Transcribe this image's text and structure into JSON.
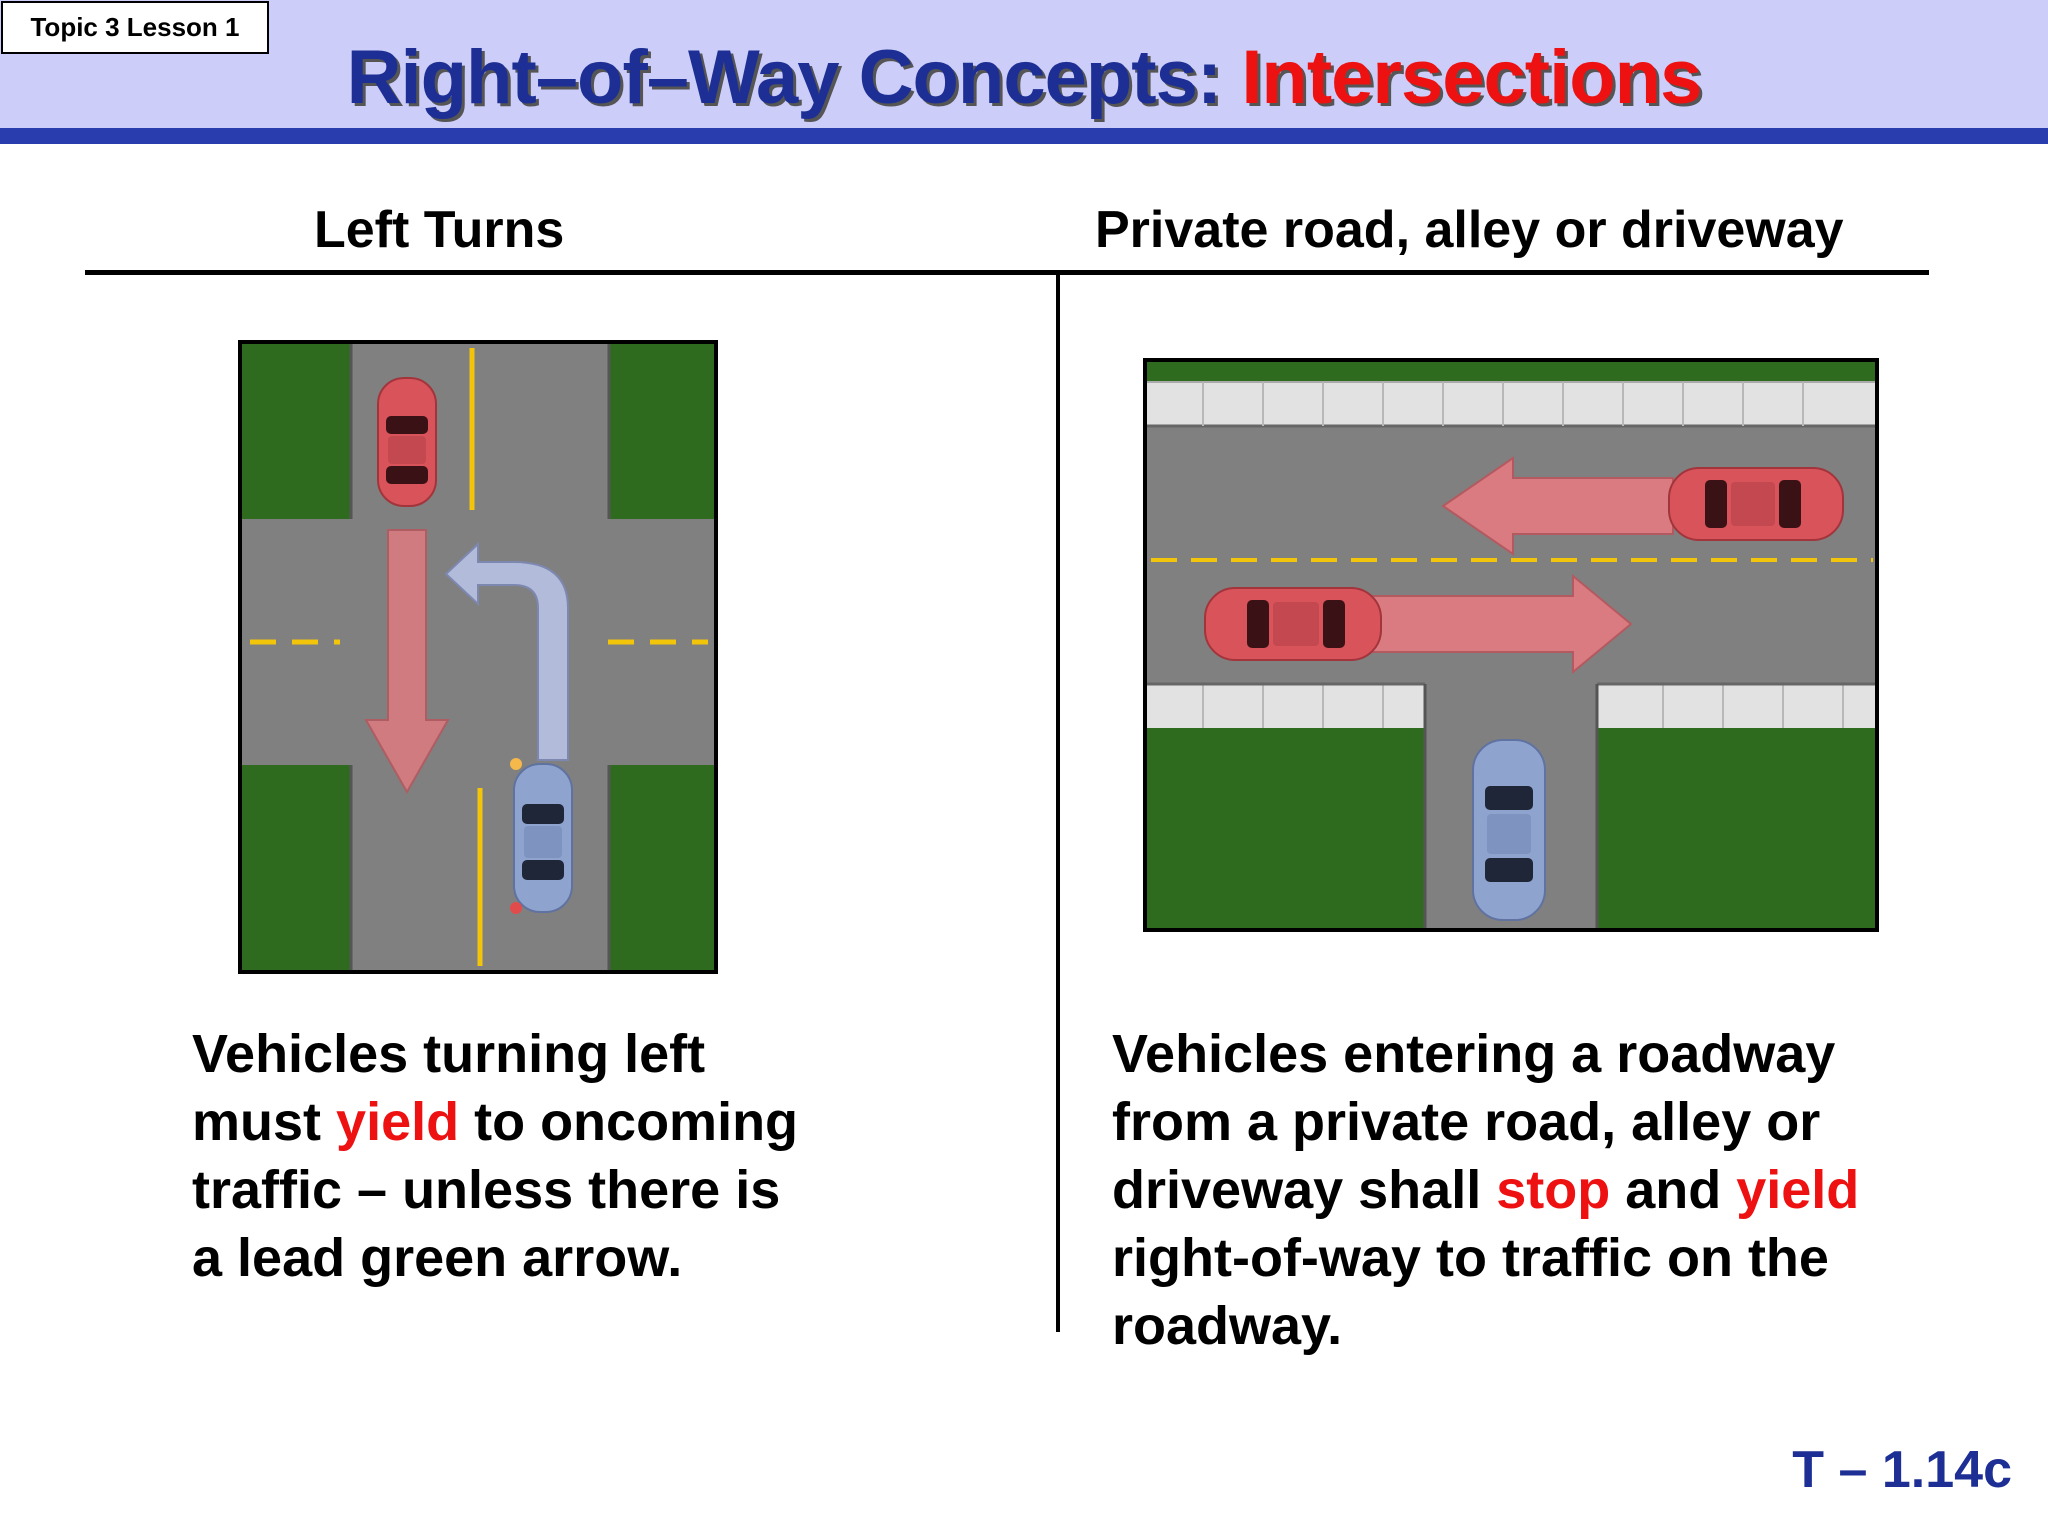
{
  "header": {
    "topic_label": "Topic 3 Lesson 1",
    "title_main": "Right–of–Way Concepts: ",
    "title_accent": "Intersections"
  },
  "left": {
    "heading": "Left Turns",
    "desc": {
      "p1": "Vehicles turning left",
      "p2": "must ",
      "r1": "yield",
      "p3": " to oncoming",
      "p4": "traffic – unless there is",
      "p5": "a lead green arrow."
    }
  },
  "right": {
    "heading": "Private road, alley or driveway",
    "desc": {
      "p1": "Vehicles entering a roadway",
      "p2": "from a private road, alley or",
      "p3": "driveway shall ",
      "r1": "stop",
      "p4": " and ",
      "r2": "yield",
      "p5": "right-of-way to traffic on the",
      "p6": "roadway."
    }
  },
  "footer": {
    "slide_number": "T – 1.14c"
  },
  "colors": {
    "title_blue": "#1d2f94",
    "accent_red": "#ee1111",
    "header_band": "#cccdf8",
    "header_rule": "#2a3dae",
    "grass": "#2f6b1e",
    "road": "#808080",
    "lane_yellow": "#f2c40a",
    "red_car": "#d9535a",
    "blue_car": "#8fa3cf"
  }
}
